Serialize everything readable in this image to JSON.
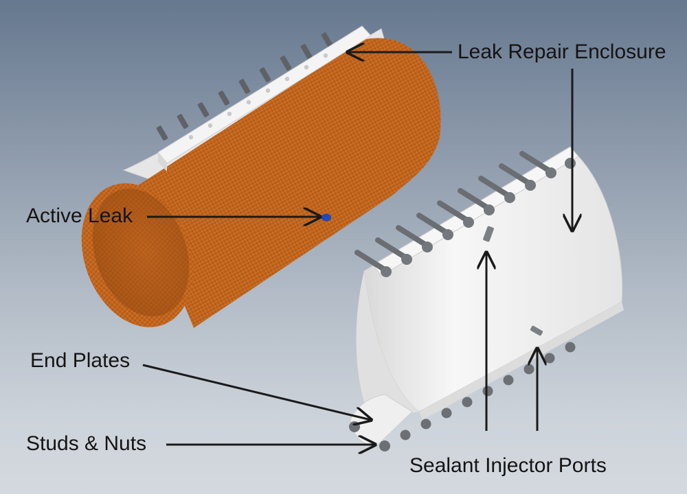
{
  "labels": {
    "leak_repair_enclosure": "Leak Repair Enclosure",
    "active_leak": "Active Leak",
    "end_plates": "End Plates",
    "studs_and_nuts": "Studs & Nuts",
    "sealant_injector_ports": "Sealant Injector Ports"
  },
  "colors": {
    "pipe": "#c3651e",
    "enclosure": "#f1f1f1",
    "leak": "#1f49b8",
    "arrow": "#1a1a1a",
    "hardware": "#6a6e73"
  }
}
